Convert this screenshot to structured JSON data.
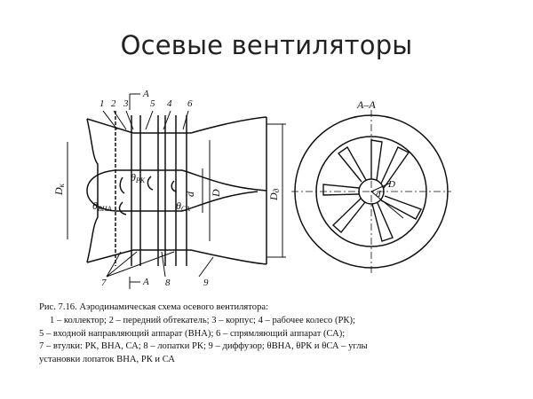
{
  "slide": {
    "title": "Осевые вентиляторы"
  },
  "figure": {
    "side_view": {
      "part_numbers": [
        "1",
        "2",
        "3",
        "4",
        "5",
        "6",
        "7",
        "8",
        "9"
      ],
      "section_marker": "A",
      "dim_labels": {
        "dk": "D",
        "dk_sub": "к",
        "d": "d",
        "D": "D",
        "Dd": "D",
        "Dd_sub": "д"
      },
      "angle_labels": {
        "vna": "θ",
        "vna_sub": "ВНА",
        "rk": "θ",
        "rk_sub": "РК",
        "ca": "θ",
        "ca_sub": "СА"
      }
    },
    "section_view": {
      "title": "А–А",
      "labels": [
        "d",
        "D"
      ]
    },
    "caption": {
      "line1": "Рис. 7.16. Аэродинамическая схема осевого вентилятора:",
      "line2": "1 – коллектор; 2 – передний обтекатель; 3 – корпус; 4 – рабочее колесо (РК);",
      "line3": "5 – входной направляющий аппарат (ВНА); 6 – спрямляющий аппарат (СА);",
      "line4": "7 – втулки: РК, ВНА, СА; 8 – лопатки РК; 9 – диффузор; θВНА, θРК и θСА – углы",
      "line5": "установки лопаток ВНА, РК и СА"
    }
  }
}
